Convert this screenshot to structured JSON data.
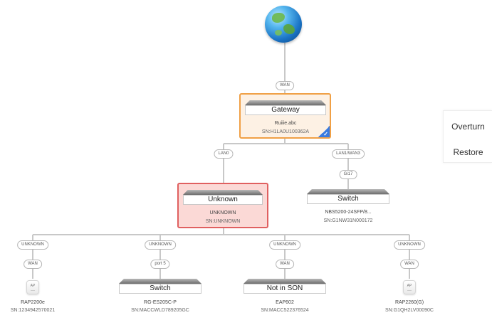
{
  "wan": {
    "port_label": "WAN"
  },
  "gateway": {
    "title": "Gateway",
    "name": "Ruiiie.abc",
    "sn": "SN:H1LA0U100362A"
  },
  "gateway_ports": {
    "lan0": "LAN0",
    "lan1_wan3": "LAN1/WAN3"
  },
  "switch_right": {
    "uplink_port": "Gi17",
    "title": "Switch",
    "model": "NBS5200-24SFP/8...",
    "sn": "SN:G1NW31N000172"
  },
  "unknown_device": {
    "title": "Unknown",
    "name": "UNKNOWN",
    "sn": "SN:UNKNOWN"
  },
  "children": [
    {
      "upper_port": "UNKNOWN",
      "lower_port": "WAN",
      "icon_text": "AP",
      "name": "RAP2200e",
      "sn": "SN:1234942570021"
    },
    {
      "upper_port": "UNKNOWN",
      "lower_port": "port 5",
      "title": "Switch",
      "name": "RG-ES205C-P",
      "sn": "SN:MACCWLD789205GC"
    },
    {
      "upper_port": "UNKNOWN",
      "lower_port": "WAN",
      "title": "Not in SON",
      "name": "EAP602",
      "sn": "SN:MACC522376524"
    },
    {
      "upper_port": "UNKNOWN",
      "lower_port": "WAN",
      "icon_text": "AP",
      "name": "RAP2260(G)",
      "sn": "SN:G1QH2LV00090C"
    }
  ],
  "side_panel": {
    "overturn": "Overturn",
    "restore": "Restore"
  },
  "colors": {
    "gateway_border": "#f0a045",
    "gateway_bg": "#fdf1e4",
    "unknown_border": "#e06060",
    "unknown_bg": "#fbd9d6",
    "link_line": "#c8c8c8",
    "check_badge": "#3a7be0"
  },
  "icons": {
    "internet": "globe-icon",
    "selected": "checkmark-icon",
    "ap": "access-point-icon"
  }
}
